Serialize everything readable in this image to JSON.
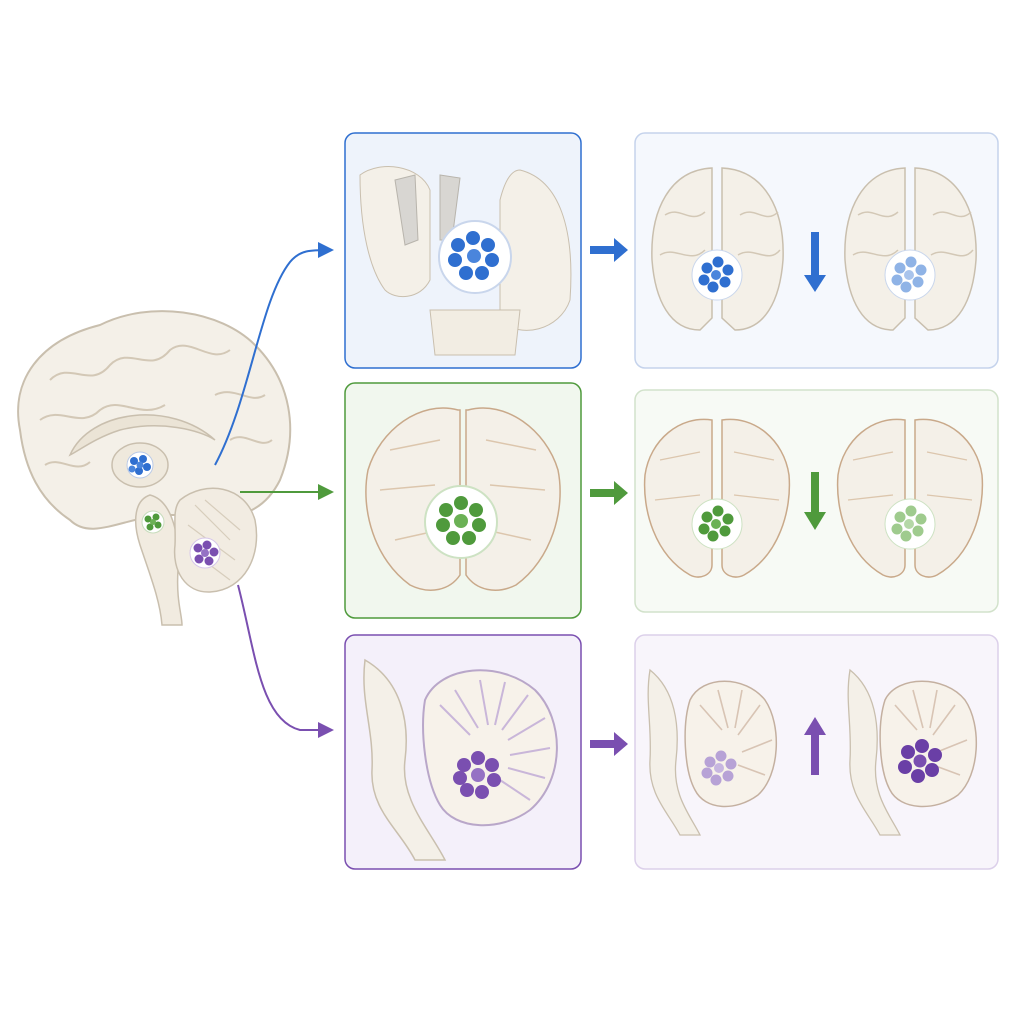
{
  "colors": {
    "background": "#ffffff",
    "tissue_fill": "#f4f0e8",
    "tissue_stroke": "#c9bfae",
    "blue": "#2f6fd0",
    "green": "#4f9a3c",
    "purple": "#7a4fb0"
  },
  "rows": [
    {
      "id": "blue",
      "region": "upper-brain-region",
      "color": "#2f6fd0",
      "panel_tint": "#eef3fb",
      "change_direction": "decrease"
    },
    {
      "id": "green",
      "region": "brainstem-region",
      "color": "#4f9a3c",
      "panel_tint": "#f1f7ee",
      "change_direction": "decrease"
    },
    {
      "id": "purple",
      "region": "cerebellum-region",
      "color": "#7a4fb0",
      "panel_tint": "#f4f0fa",
      "change_direction": "increase"
    }
  ]
}
